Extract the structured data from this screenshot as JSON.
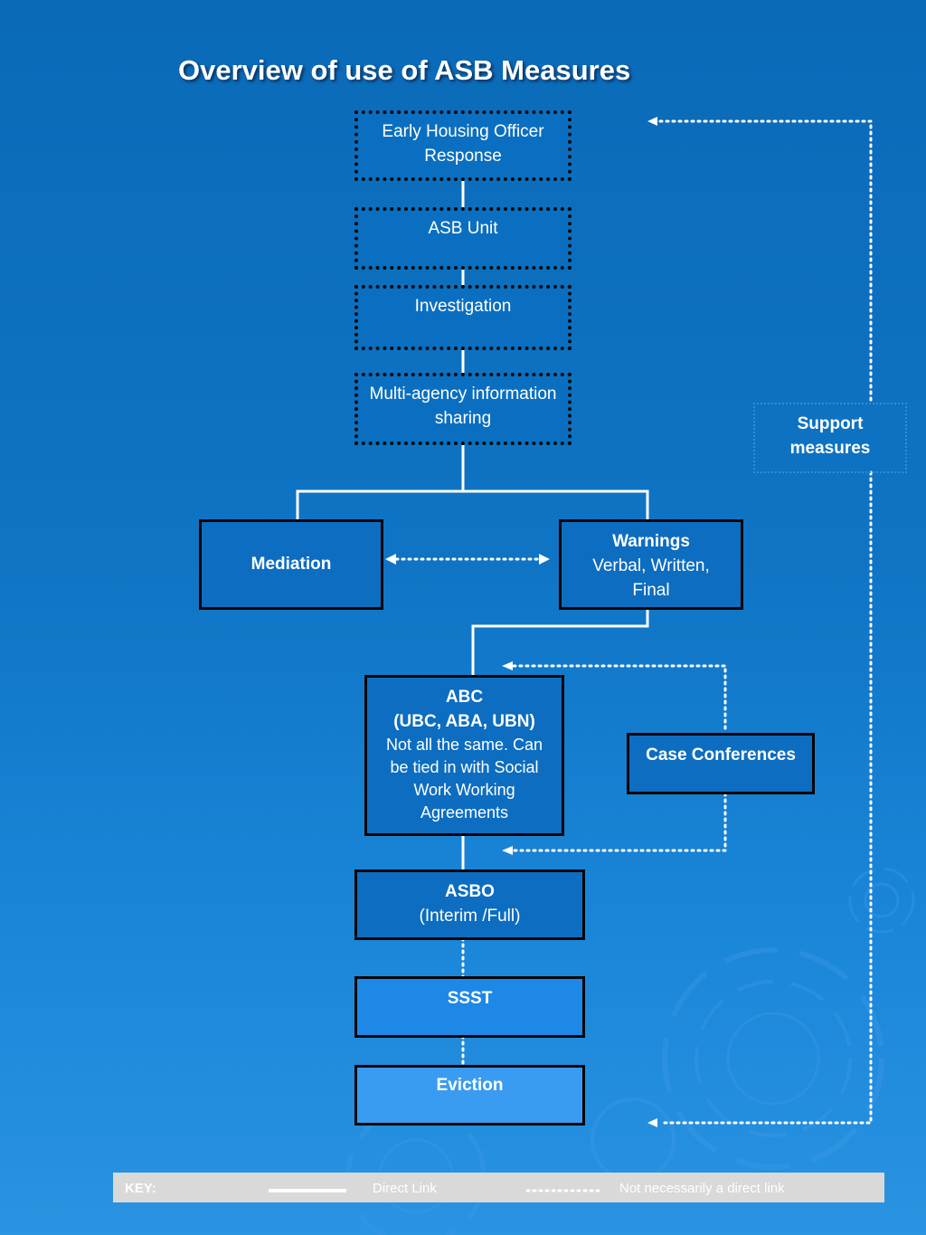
{
  "title": "Overview of use of ASB Measures",
  "nodes": {
    "early_response": "Early Housing Officer Response",
    "asb_unit": "ASB Unit",
    "investigation": "Investigation",
    "multi_agency": "Multi-agency information sharing",
    "support_measures": "Support measures",
    "mediation": "Mediation",
    "warnings_title": "Warnings",
    "warnings_detail": "Verbal, Written, Final",
    "abc_title": "ABC",
    "abc_subtitle": "(UBC, ABA, UBN)",
    "abc_detail": "Not all the same. Can be tied in with Social Work Working Agreements",
    "case_conferences": "Case Conferences",
    "asbo_title": "ASBO",
    "asbo_detail": "(Interim /Full)",
    "ssst": "SSST",
    "eviction": "Eviction"
  },
  "key": {
    "label": "KEY:",
    "direct": "Direct Link",
    "indirect": "Not necessarily a direct link"
  },
  "colors": {
    "line": "#ffffff",
    "box_border": "#000000",
    "ssst_fill": "#1e88e6",
    "eviction_fill": "#3a9cf0"
  }
}
